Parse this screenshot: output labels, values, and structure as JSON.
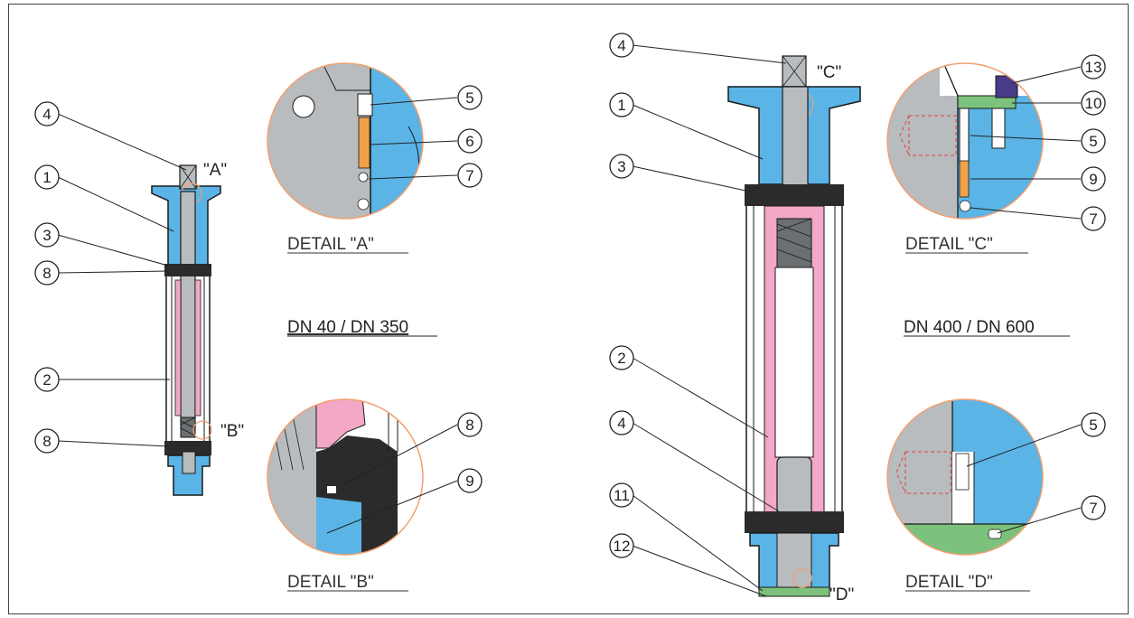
{
  "left_assembly": {
    "title": "DN 40 / DN 350",
    "callouts": [
      "4",
      "1",
      "3",
      "8",
      "2",
      "8"
    ],
    "markers": {
      "a": "\"A\"",
      "b": "\"B\""
    }
  },
  "right_assembly": {
    "title": "DN 400 / DN 600",
    "callouts": [
      "4",
      "1",
      "3",
      "2",
      "4",
      "11",
      "12"
    ],
    "markers": {
      "c": "\"C\"",
      "d": "\"D\""
    }
  },
  "details": {
    "a": {
      "label": "DETAIL \"A\"",
      "callouts": [
        "5",
        "6",
        "7"
      ]
    },
    "b": {
      "label": "DETAIL \"B\"",
      "callouts": [
        "8",
        "9"
      ]
    },
    "c": {
      "label": "DETAIL \"C\"",
      "callouts": [
        "13",
        "10",
        "5",
        "9",
        "7"
      ]
    },
    "d": {
      "label": "DETAIL \"D\"",
      "callouts": [
        "5",
        "7"
      ]
    }
  },
  "colors": {
    "body_blue": "#5ab4e6",
    "stem_gray": "#b9bcbe",
    "seal_pink": "#f2a8c6",
    "ring_orange": "#f0a24a",
    "base_green": "#7cc27c",
    "gasket_black": "#2b2b2b",
    "circle_outline": "#f0a070"
  }
}
